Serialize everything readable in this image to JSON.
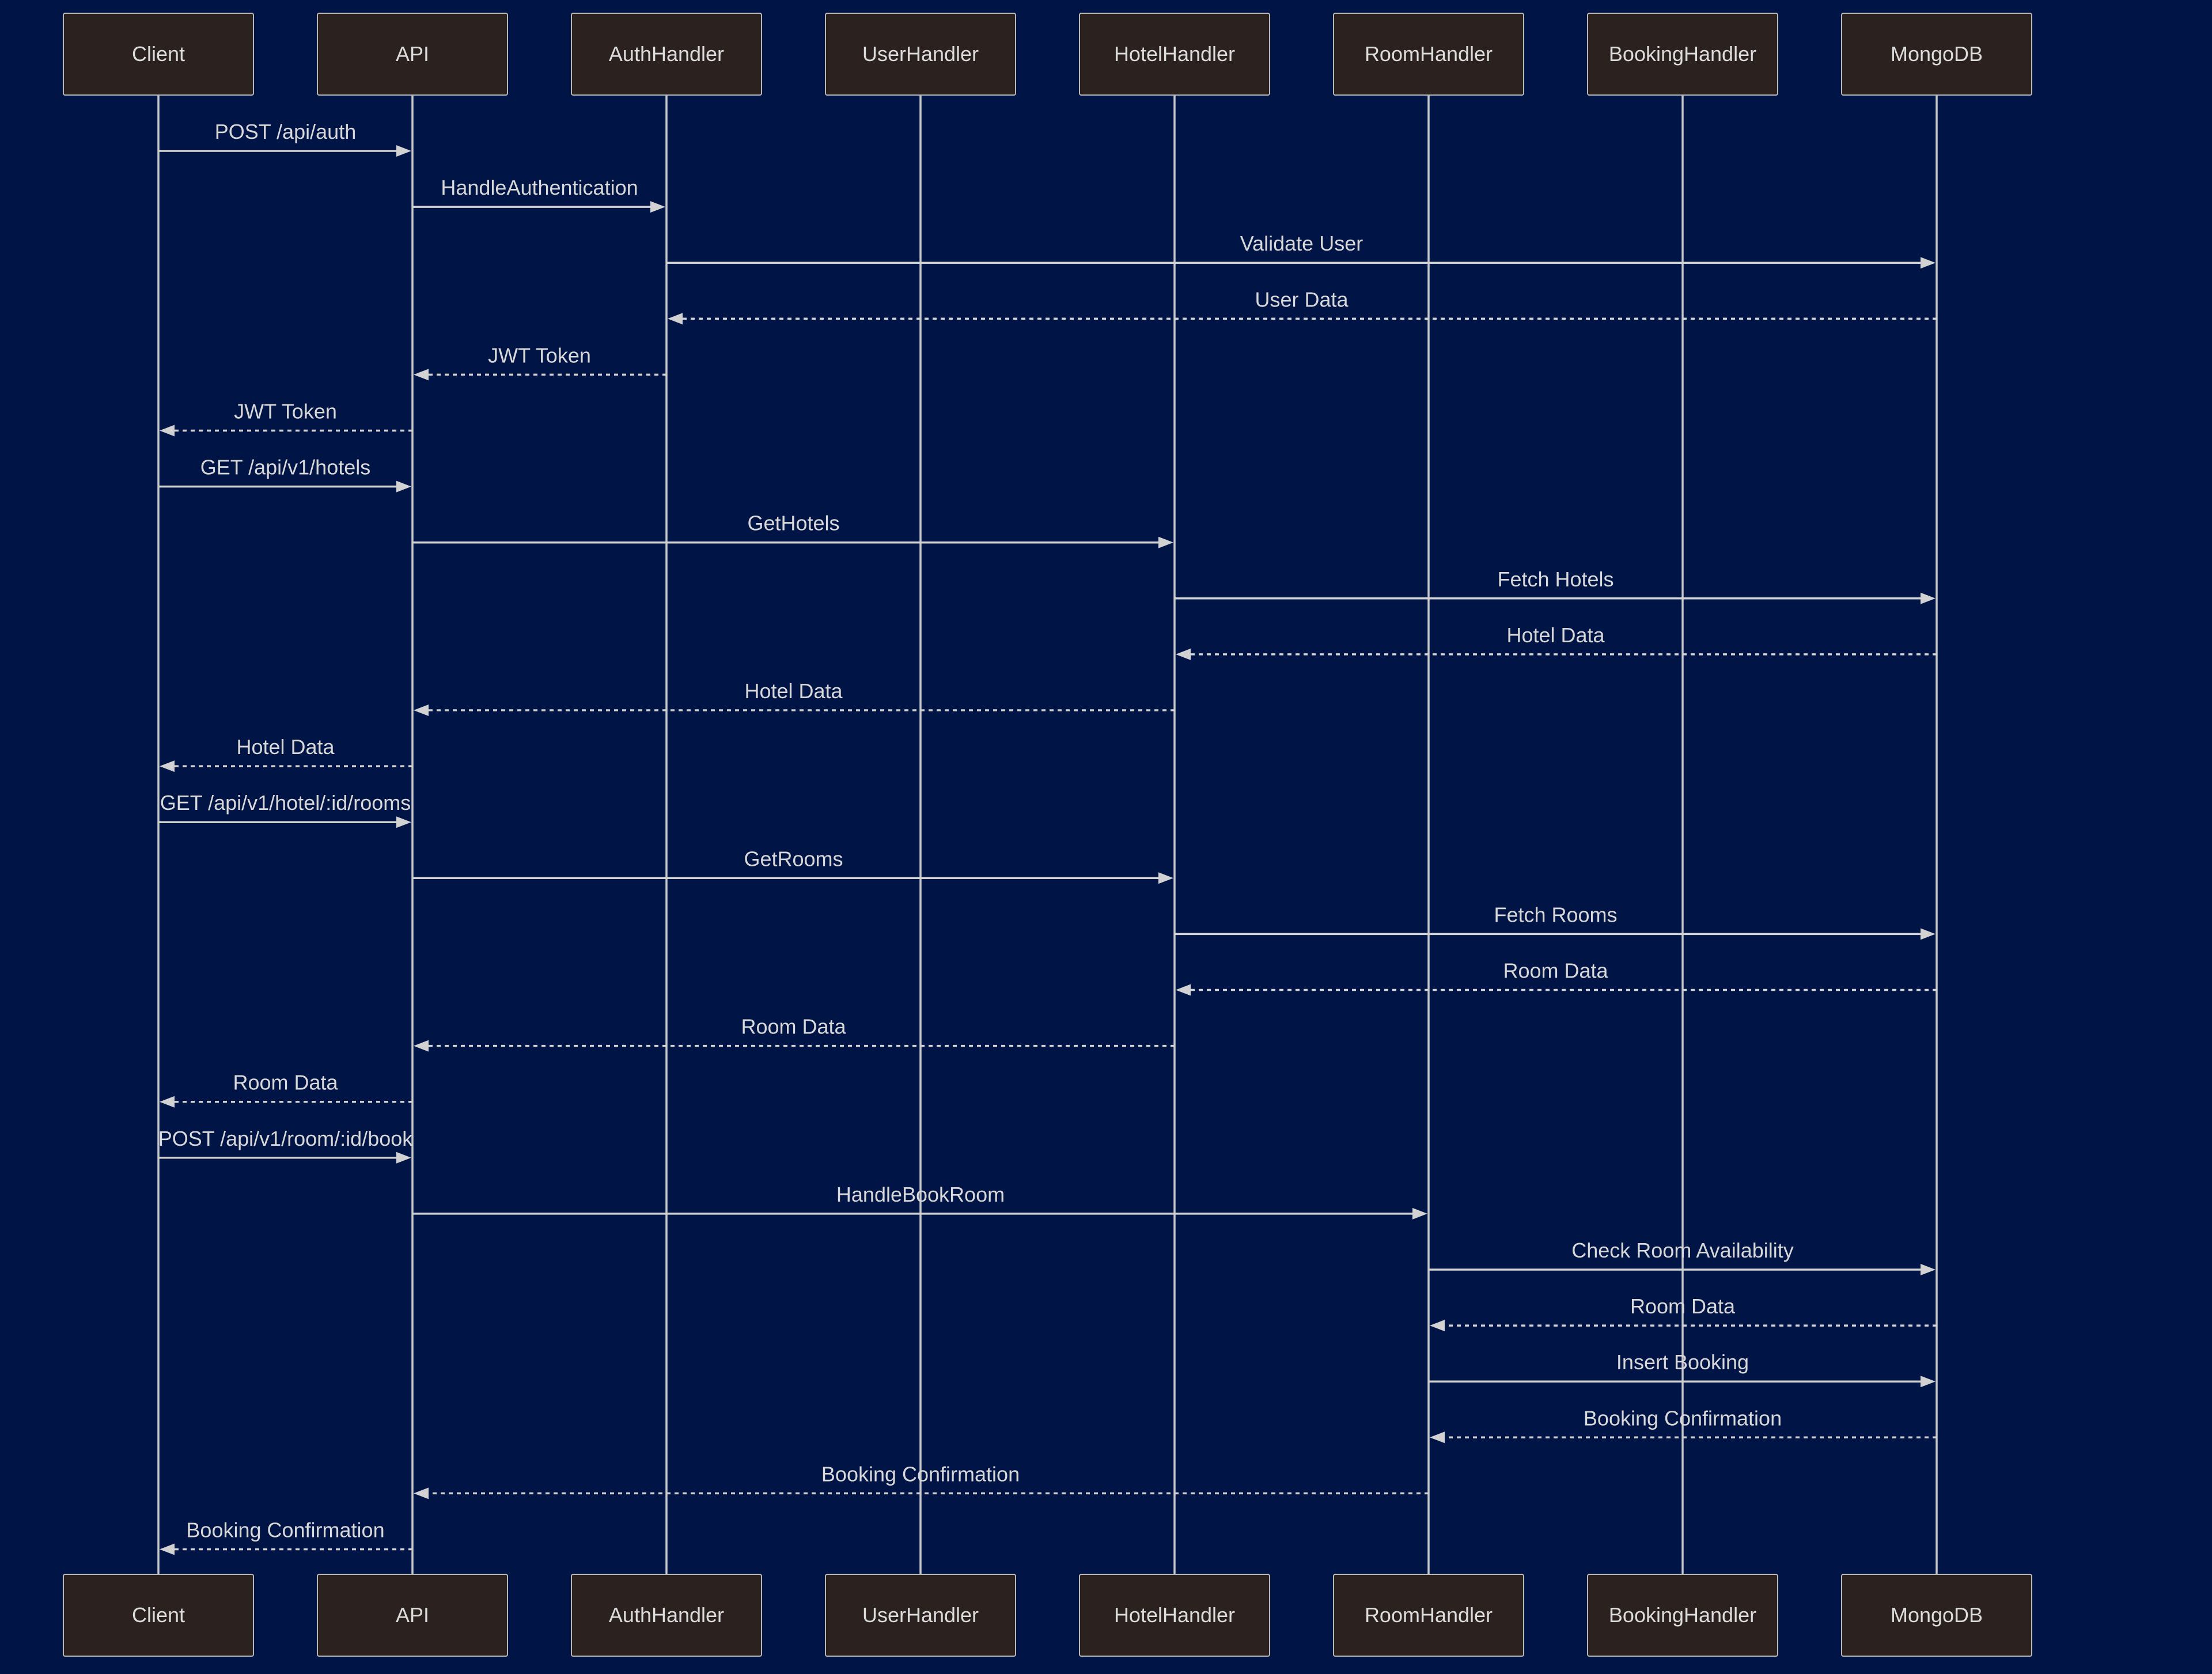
{
  "theme": {
    "background": "#001446",
    "actor_fill": "#2b2220",
    "line_color": "#d2d2d2",
    "text_color": "#dcdcdc"
  },
  "participants": [
    "Client",
    "API",
    "AuthHandler",
    "UserHandler",
    "HotelHandler",
    "RoomHandler",
    "BookingHandler",
    "MongoDB"
  ],
  "messages": [
    {
      "from": 0,
      "to": 1,
      "label": "POST /api/auth",
      "type": "call"
    },
    {
      "from": 1,
      "to": 2,
      "label": "HandleAuthentication",
      "type": "call"
    },
    {
      "from": 2,
      "to": 7,
      "label": "Validate User",
      "type": "call"
    },
    {
      "from": 7,
      "to": 2,
      "label": "User Data",
      "type": "reply"
    },
    {
      "from": 2,
      "to": 1,
      "label": "JWT Token",
      "type": "reply"
    },
    {
      "from": 1,
      "to": 0,
      "label": "JWT Token",
      "type": "reply"
    },
    {
      "from": 0,
      "to": 1,
      "label": "GET /api/v1/hotels",
      "type": "call"
    },
    {
      "from": 1,
      "to": 4,
      "label": "GetHotels",
      "type": "call"
    },
    {
      "from": 4,
      "to": 7,
      "label": "Fetch Hotels",
      "type": "call"
    },
    {
      "from": 7,
      "to": 4,
      "label": "Hotel Data",
      "type": "reply"
    },
    {
      "from": 4,
      "to": 1,
      "label": "Hotel Data",
      "type": "reply"
    },
    {
      "from": 1,
      "to": 0,
      "label": "Hotel Data",
      "type": "reply"
    },
    {
      "from": 0,
      "to": 1,
      "label": "GET /api/v1/hotel/:id/rooms",
      "type": "call"
    },
    {
      "from": 1,
      "to": 4,
      "label": "GetRooms",
      "type": "call"
    },
    {
      "from": 4,
      "to": 7,
      "label": "Fetch Rooms",
      "type": "call"
    },
    {
      "from": 7,
      "to": 4,
      "label": "Room Data",
      "type": "reply"
    },
    {
      "from": 4,
      "to": 1,
      "label": "Room Data",
      "type": "reply"
    },
    {
      "from": 1,
      "to": 0,
      "label": "Room Data",
      "type": "reply"
    },
    {
      "from": 0,
      "to": 1,
      "label": "POST /api/v1/room/:id/book",
      "type": "call"
    },
    {
      "from": 1,
      "to": 5,
      "label": "HandleBookRoom",
      "type": "call"
    },
    {
      "from": 5,
      "to": 7,
      "label": "Check Room Availability",
      "type": "call"
    },
    {
      "from": 7,
      "to": 5,
      "label": "Room Data",
      "type": "reply"
    },
    {
      "from": 5,
      "to": 7,
      "label": "Insert Booking",
      "type": "call"
    },
    {
      "from": 7,
      "to": 5,
      "label": "Booking Confirmation",
      "type": "reply"
    },
    {
      "from": 5,
      "to": 1,
      "label": "Booking Confirmation",
      "type": "reply"
    },
    {
      "from": 1,
      "to": 0,
      "label": "Booking Confirmation",
      "type": "reply"
    }
  ]
}
